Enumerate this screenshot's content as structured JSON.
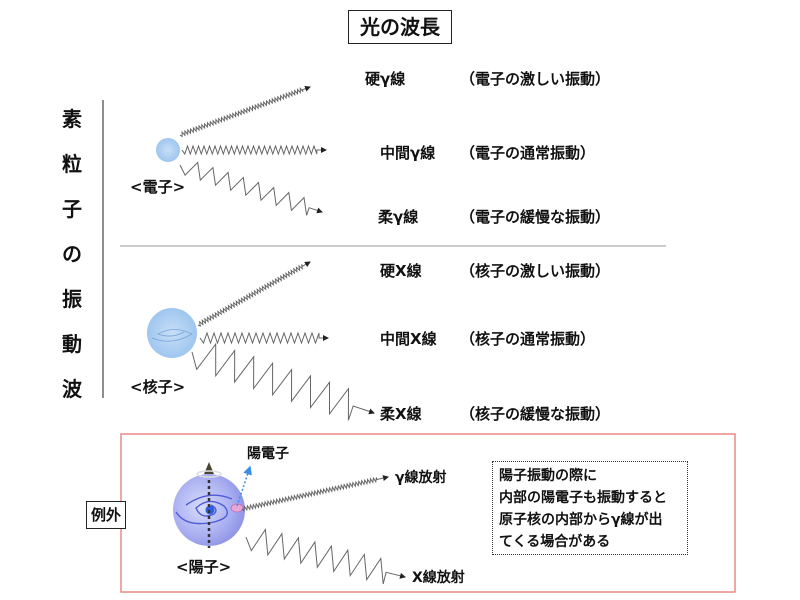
{
  "title": "光の波長",
  "side_label": [
    "素",
    "粒",
    "子",
    "の",
    "振",
    "動",
    "波"
  ],
  "electron": {
    "label": "<電子>",
    "rows": [
      {
        "name": "硬γ線",
        "desc": "（電子の激しい振動）"
      },
      {
        "name": "中間γ線",
        "desc": "（電子の通常振動）"
      },
      {
        "name": "柔γ線",
        "desc": "（電子の緩慢な振動）"
      }
    ]
  },
  "nucleus": {
    "label": "<核子>",
    "rows": [
      {
        "name": "硬X線",
        "desc": "（核子の激しい振動）"
      },
      {
        "name": "中間X線",
        "desc": "（核子の通常振動）"
      },
      {
        "name": "柔X線",
        "desc": "（核子の緩慢な振動）"
      }
    ]
  },
  "exception": {
    "label": "例外",
    "proton_label": "<陽子>",
    "positron_label": "陽電子",
    "gamma_label": "γ線放射",
    "xray_label": "X線放射",
    "note_lines": [
      "陽子振動の際に",
      "内部の陽電子も振動すると",
      "原子核の内部からγ線が出",
      "てくる場合がある"
    ]
  },
  "colors": {
    "border_red": "#e88a86",
    "particle_blue": "#a9cdf2",
    "positron_arrow": "#3a8de8"
  }
}
